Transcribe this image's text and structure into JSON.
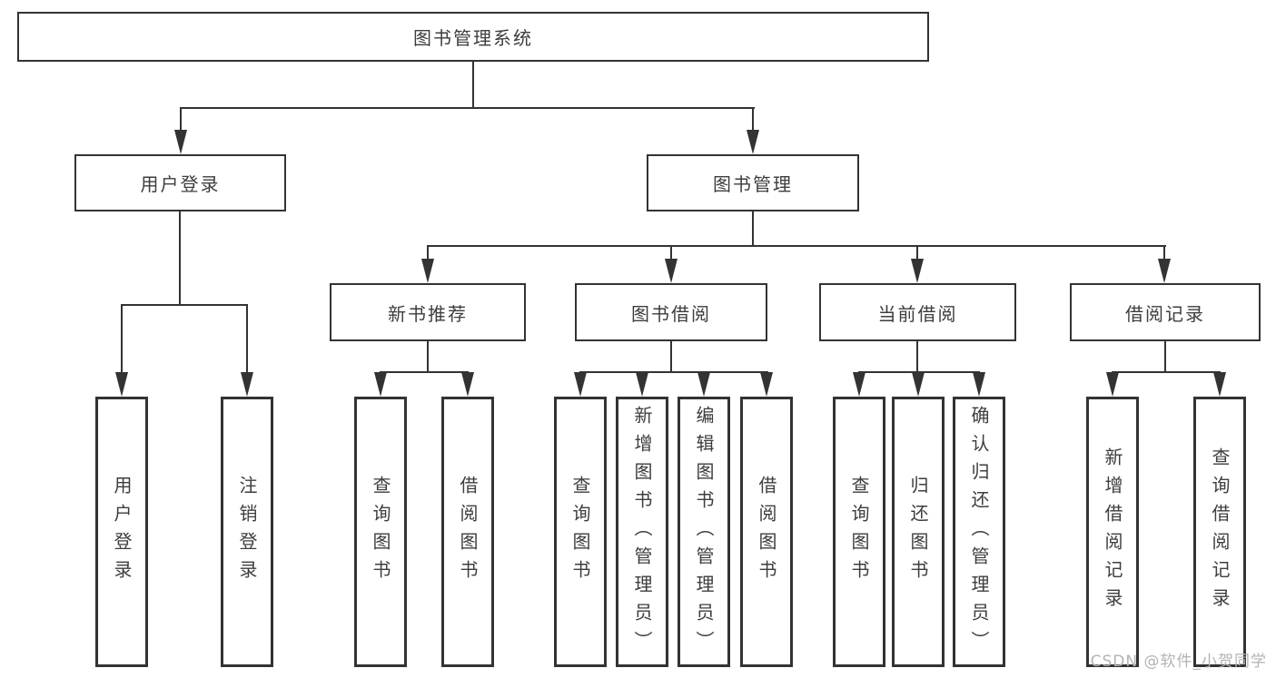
{
  "title": "图书管理系统",
  "colors": {
    "line": "#333333",
    "text": "#3d3d3d",
    "watermark": "#b3b3b3",
    "background": "#ffffff"
  },
  "nodes": {
    "root": "图书管理系统",
    "user_login": {
      "label": "用户登录",
      "children": [
        "用户登录",
        "注销登录"
      ]
    },
    "book_mgmt": {
      "label": "图书管理",
      "children": [
        {
          "label": "新书推荐",
          "children": [
            "查询图书",
            "借阅图书"
          ]
        },
        {
          "label": "图书借阅",
          "children": [
            "查询图书",
            "新增图书（管理员）",
            "编辑图书（管理员）",
            "借阅图书"
          ]
        },
        {
          "label": "当前借阅",
          "children": [
            "查询图书",
            "归还图书",
            "确认归还（管理员）"
          ]
        },
        {
          "label": "借阅记录",
          "children": [
            "新增借阅记录",
            "查询借阅记录"
          ]
        }
      ]
    }
  },
  "watermark": "CSDN @软件_小贺同学"
}
